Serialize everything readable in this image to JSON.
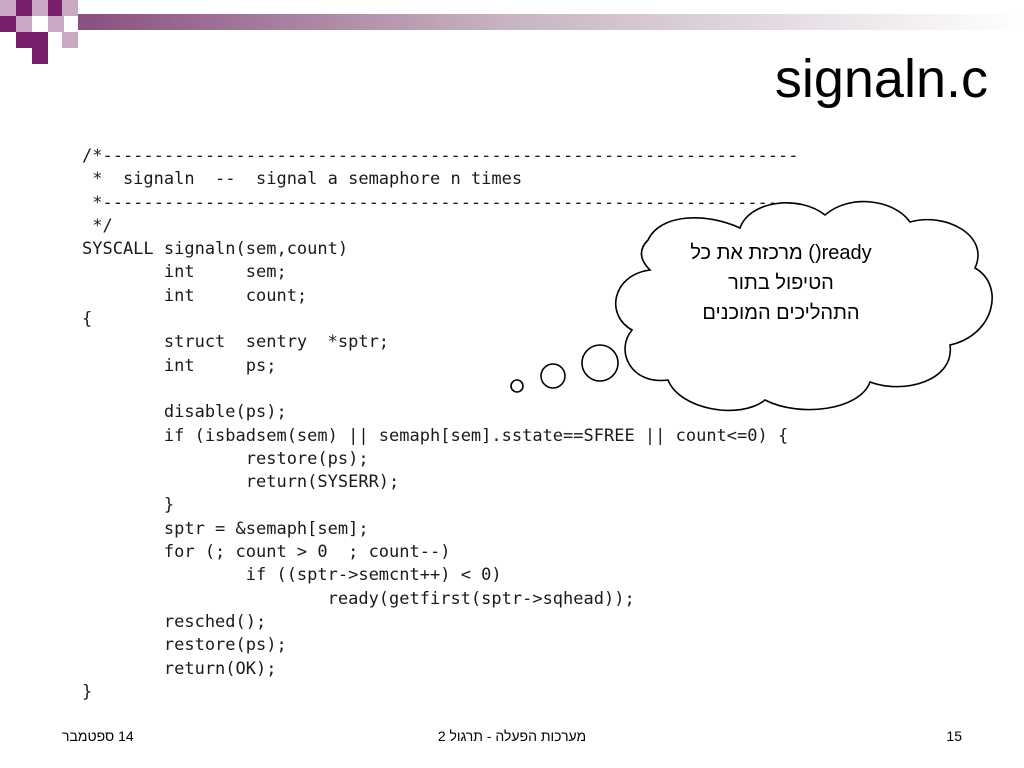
{
  "slide": {
    "title": "signaln.c",
    "colors": {
      "purple": "#7a1f6b",
      "light_purple": "#c9a9c4",
      "band": "#b79fb1"
    }
  },
  "code_lines": [
    "/*--------------------------------------------------------------------",
    " *  signaln  --  signal a semaphore n times",
    " *--------------------------------------------------------------------",
    " */",
    "SYSCALL signaln(sem,count)",
    "        int     sem;",
    "        int     count;",
    "{",
    "        struct  sentry  *sptr;",
    "        int     ps;",
    "",
    "        disable(ps);",
    "        if (isbadsem(sem) || semaph[sem].sstate==SFREE || count<=0) {",
    "                restore(ps);",
    "                return(SYSERR);",
    "        }",
    "        sptr = &semaph[sem];",
    "        for (; count > 0  ; count--)",
    "                if ((sptr->semcnt++) < 0)",
    "                        ready(getfirst(sptr->sqhead));",
    "        resched();",
    "        restore(ps);",
    "        return(OK);",
    "}"
  ],
  "callout": {
    "line1": "ready() מרכזת את כל",
    "line2": "הטיפול בתור",
    "line3": "התהליכים המוכנים"
  },
  "footer": {
    "date": "14 ספטמבר",
    "course": "מערכות הפעלה - תרגול 2",
    "page": "15"
  }
}
